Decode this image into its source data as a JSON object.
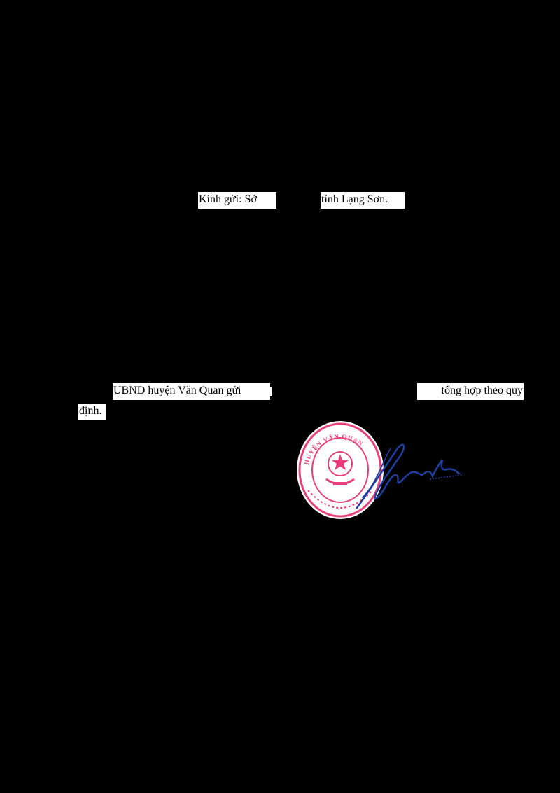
{
  "document": {
    "recipient": {
      "part1": "Kính gửi: Sở",
      "part2": "tỉnh Lạng Sơn."
    },
    "body": {
      "part1": "UBND huyện Văn Quan gửi",
      "part2": "tổng hợp theo quy",
      "part3": "định."
    }
  },
  "stamp": {
    "color": "#e8407a",
    "text": "HUYỆN VĂN QUAN"
  },
  "signature": {
    "color": "#1f3f9e"
  }
}
